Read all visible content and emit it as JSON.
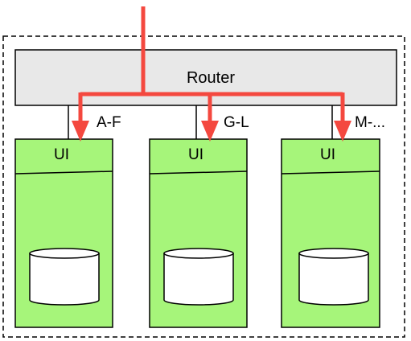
{
  "router": {
    "label": "Router"
  },
  "routes": [
    {
      "label": "A-F"
    },
    {
      "label": "G-L"
    },
    {
      "label": "M-..."
    }
  ],
  "nodes": [
    {
      "header": "UI"
    },
    {
      "header": "UI"
    },
    {
      "header": "UI"
    }
  ],
  "colors": {
    "router_fill": "#e8e8e8",
    "node_fill": "#a6f57a",
    "arrow": "#f4483f",
    "stroke": "#000000",
    "db_fill": "#ffffff"
  }
}
